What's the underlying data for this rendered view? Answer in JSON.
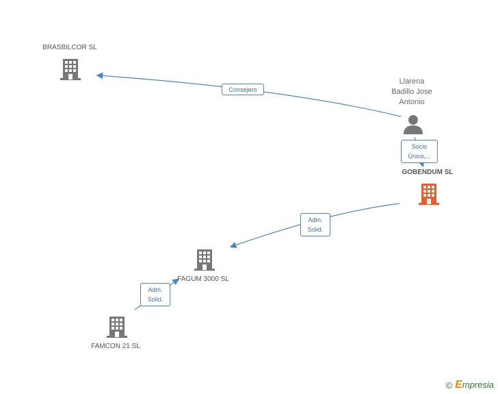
{
  "nodes": {
    "brasbilcor": {
      "label": "BRASBILCOR SL"
    },
    "person": {
      "label_lines": [
        "Llarena",
        "Badillo Jose",
        "Antonio"
      ]
    },
    "gobendum": {
      "label": "GOBENDUM SL"
    },
    "fagum": {
      "label": "FAGUM 3000 SL"
    },
    "famcon": {
      "label": "FAMCON 21 SL"
    }
  },
  "edges": {
    "consejero": {
      "lines": [
        "Consejero"
      ]
    },
    "socio": {
      "lines": [
        "Socio",
        "Único,..."
      ]
    },
    "adm1": {
      "lines": [
        "Adm.",
        "Solid."
      ]
    },
    "adm2": {
      "lines": [
        "Adm.",
        "Solid."
      ]
    }
  },
  "colors": {
    "company": "#777777",
    "focus": "#f05a28",
    "edge": "#4a86c8"
  },
  "brand": {
    "copyright": "©",
    "name": "mpresia",
    "initial": "E"
  }
}
